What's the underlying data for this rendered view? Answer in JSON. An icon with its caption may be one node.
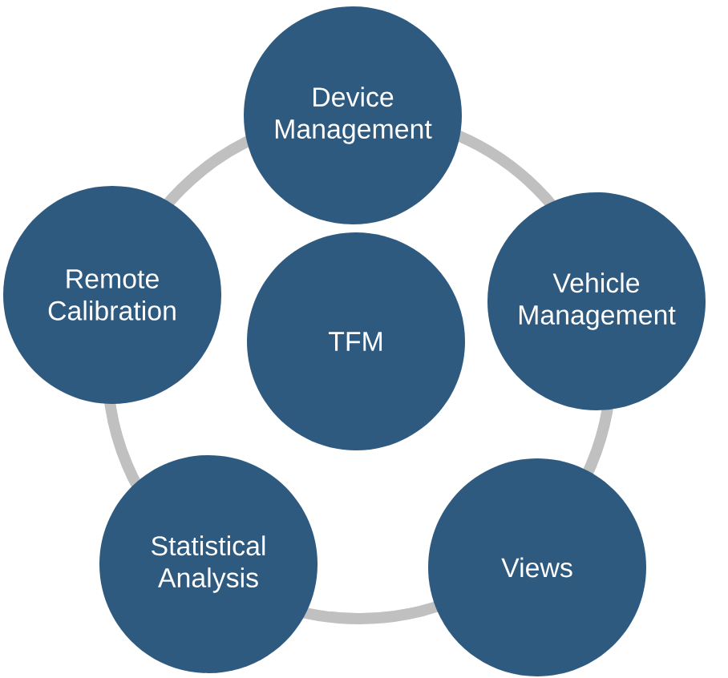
{
  "diagram": {
    "nodes": [
      {
        "text": [
          "Device Management"
        ]
      },
      {
        "text": [
          "Vehicle Management"
        ]
      },
      {
        "text": [
          "Views"
        ]
      },
      {
        "text": [
          "Statistical Analysis"
        ]
      },
      {
        "text": [
          "Remote Calibration"
        ]
      },
      {
        "text": [
          "TFM"
        ]
      }
    ]
  }
}
